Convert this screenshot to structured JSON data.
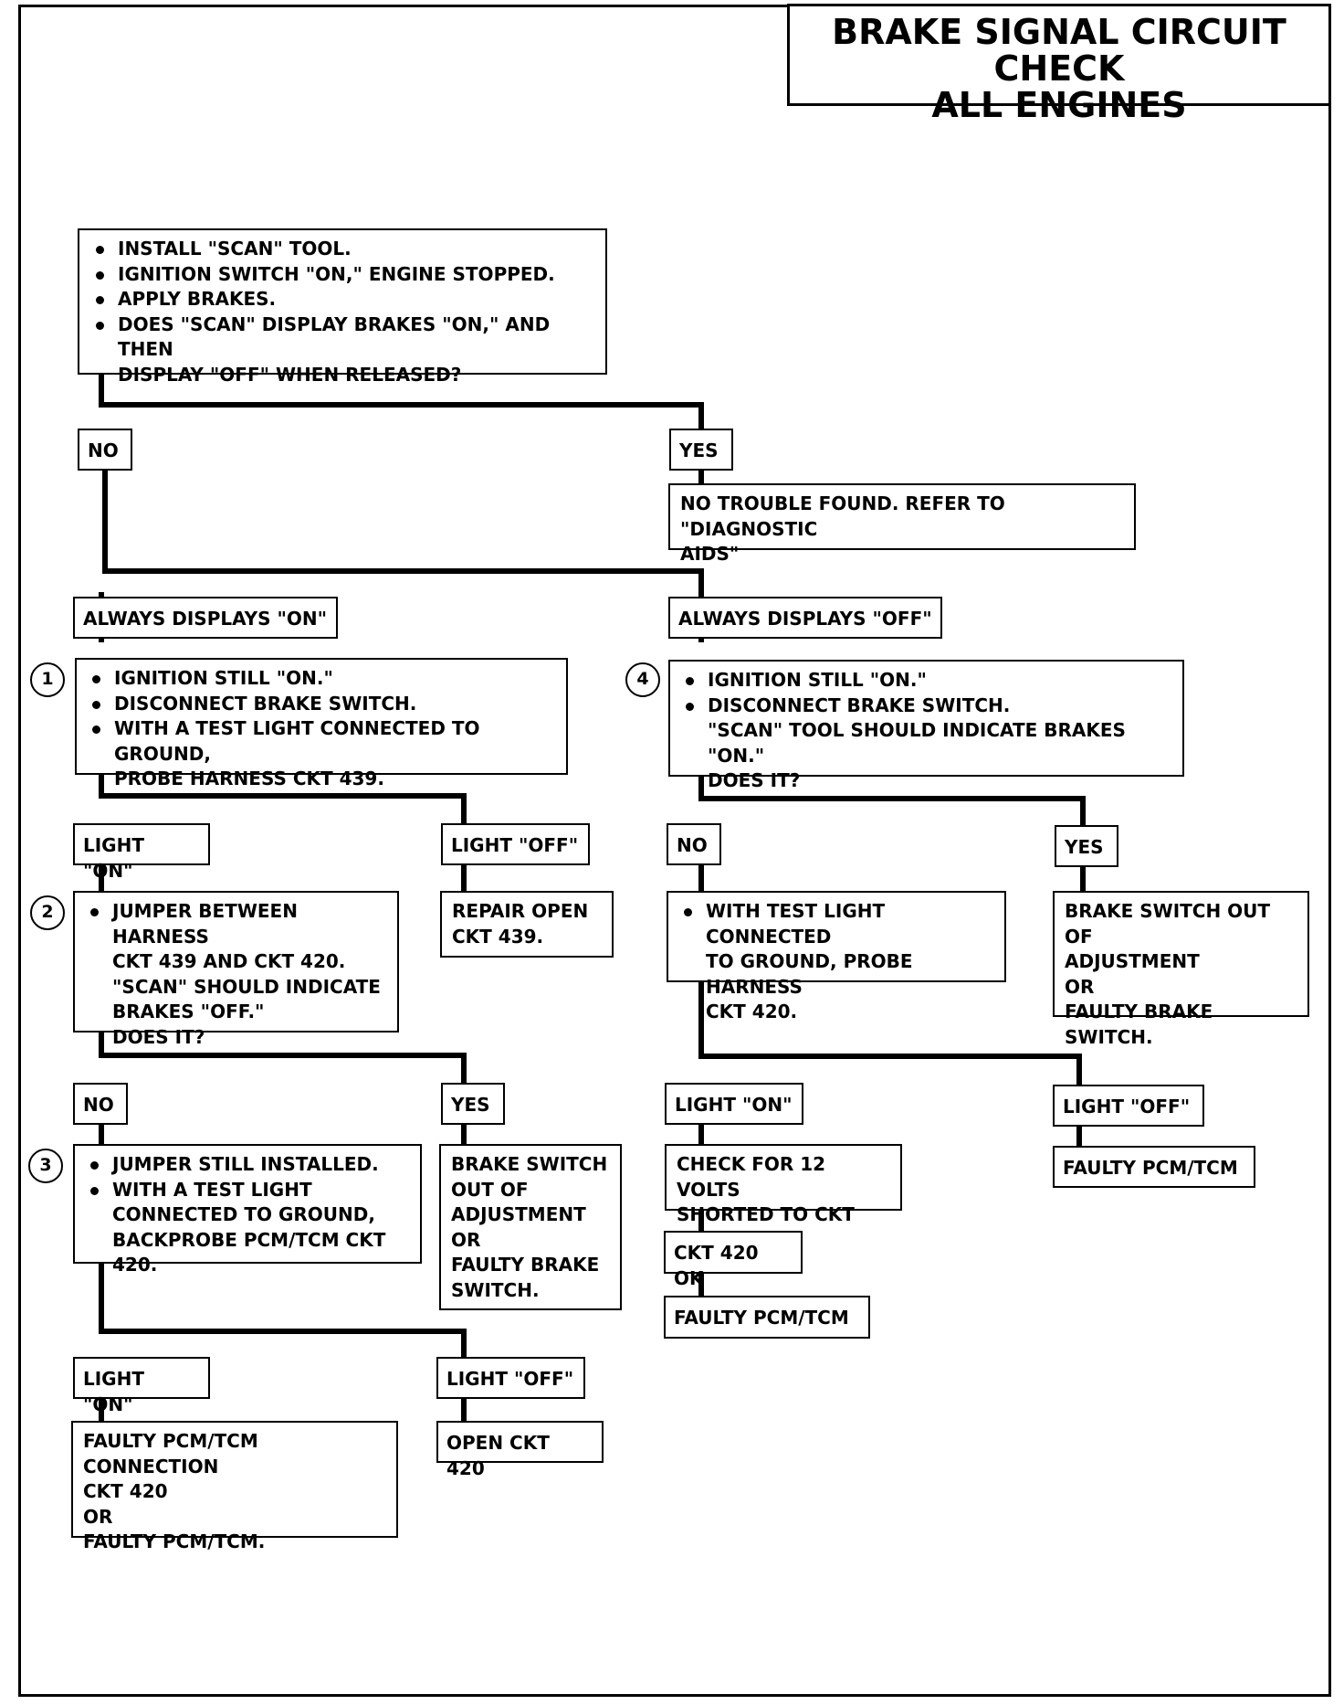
{
  "title": {
    "line1": "BRAKE SIGNAL CIRCUIT CHECK",
    "line2": "ALL ENGINES"
  },
  "start": {
    "bullets": [
      "INSTALL \"SCAN\" TOOL.",
      "IGNITION SWITCH \"ON,\" ENGINE STOPPED.",
      "APPLY BRAKES.",
      "DOES \"SCAN\" DISPLAY BRAKES \"ON,\" AND THEN"
    ],
    "cont": "DISPLAY \"OFF\" WHEN RELEASED?"
  },
  "labels": {
    "no": "NO",
    "yes": "YES",
    "always_on": "ALWAYS DISPLAYS \"ON\"",
    "always_off": "ALWAYS DISPLAYS \"OFF\"",
    "light_on": "LIGHT \"ON\"",
    "light_off": "LIGHT \"OFF\""
  },
  "no_trouble": [
    "NO TROUBLE FOUND.  REFER TO \"DIAGNOSTIC",
    "AIDS\""
  ],
  "step1": {
    "num": "1",
    "bullets": [
      "IGNITION STILL \"ON.\"",
      "DISCONNECT BRAKE SWITCH.",
      "WITH A TEST LIGHT CONNECTED TO GROUND,"
    ],
    "cont": [
      "PROBE HARNESS CKT 439."
    ]
  },
  "repair_open_439": [
    "REPAIR OPEN",
    "CKT 439."
  ],
  "step2": {
    "num": "2",
    "bullets": [
      "JUMPER BETWEEN HARNESS"
    ],
    "cont": [
      "CKT 439 AND CKT 420.",
      "\"SCAN\" SHOULD INDICATE",
      "BRAKES \"OFF.\"",
      "DOES IT?"
    ]
  },
  "brake_switch_adj_left": [
    "BRAKE SWITCH",
    "OUT OF",
    "ADJUSTMENT",
    "OR",
    "FAULTY BRAKE",
    "SWITCH."
  ],
  "step3": {
    "num": "3",
    "bullets": [
      "JUMPER STILL INSTALLED.",
      "WITH A TEST LIGHT"
    ],
    "cont": [
      "CONNECTED TO GROUND,",
      "BACKPROBE PCM/TCM CKT 420."
    ]
  },
  "faulty_conn": [
    "FAULTY PCM/TCM CONNECTION",
    "CKT 420",
    "OR",
    "FAULTY PCM/TCM."
  ],
  "open_420": [
    "OPEN CKT 420"
  ],
  "step4": {
    "num": "4",
    "bullets": [
      "IGNITION STILL \"ON.\"",
      "DISCONNECT BRAKE SWITCH."
    ],
    "cont": [
      "\"SCAN\" TOOL SHOULD INDICATE BRAKES \"ON.\"",
      "DOES IT?"
    ]
  },
  "probe_420": {
    "bullets": [
      "WITH TEST LIGHT CONNECTED"
    ],
    "cont": [
      "TO GROUND, PROBE HARNESS",
      "CKT 420."
    ]
  },
  "brake_switch_adj_right": [
    "BRAKE SWITCH OUT OF",
    "ADJUSTMENT",
    "OR",
    "FAULTY BRAKE SWITCH."
  ],
  "check_12v": [
    "CHECK FOR 12 VOLTS",
    "SHORTED TO CKT 420"
  ],
  "ckt420_ok": [
    "CKT 420 OK"
  ],
  "faulty_pcm": [
    "FAULTY PCM/TCM"
  ]
}
